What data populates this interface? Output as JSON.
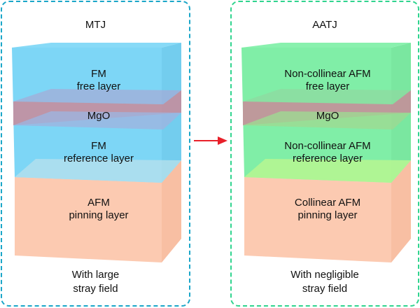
{
  "panels": {
    "left": {
      "title": "MTJ",
      "layers": {
        "free": [
          "FM",
          "free layer"
        ],
        "barrier": "MgO",
        "reference": [
          "FM",
          "reference layer"
        ],
        "pinning": [
          "AFM",
          "pinning layer"
        ]
      },
      "caption": [
        "With large",
        "stray field"
      ],
      "colors": {
        "top": "#6fd2f5",
        "pinning": "#fcc4a8",
        "barrier": "#c98a99",
        "border": "#1aa6c8"
      }
    },
    "right": {
      "title": "AATJ",
      "layers": {
        "free": [
          "Non-collinear AFM",
          "free layer"
        ],
        "barrier": "MgO",
        "reference": [
          "Non-collinear AFM",
          "reference layer"
        ],
        "pinning": [
          "Collinear AFM",
          "pinning layer"
        ]
      },
      "caption": [
        "With negligible",
        "stray field"
      ],
      "colors": {
        "top": "#72ec9d",
        "pinning": "#fcc4a8",
        "barrier": "#c98a99",
        "border": "#2fd48e"
      }
    }
  },
  "arrow": {
    "color": "#e8202a"
  }
}
